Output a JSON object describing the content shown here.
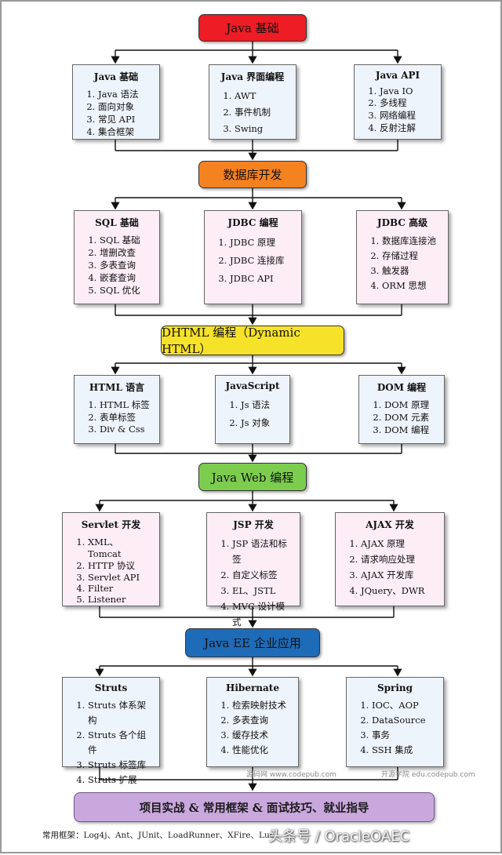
{
  "headers": {
    "java_basics": "Java 基础",
    "database": "数据库开发",
    "dhtml": "DHTML 编程（Dynamic HTML）",
    "java_web": "Java Web 编程",
    "java_ee": "Java EE 企业应用"
  },
  "colors": {
    "java_basics": "#ee1c24",
    "database": "#f58220",
    "dhtml": "#f7e22a",
    "java_web": "#7ccd4e",
    "java_ee": "#1e6bb8",
    "final": "#c9a8dd"
  },
  "sections": {
    "java": [
      {
        "title": "Java 基础",
        "items": [
          "Java 语法",
          "面向对象",
          "常见 API",
          "集合框架"
        ]
      },
      {
        "title": "Java 界面编程",
        "items": [
          "AWT",
          "事件机制",
          "Swing"
        ]
      },
      {
        "title": "Java API",
        "items": [
          "Java IO",
          "多线程",
          "网络编程",
          "反射注解"
        ]
      }
    ],
    "db": [
      {
        "title": "SQL 基础",
        "items": [
          "SQL 基础",
          "增删改查",
          "多表查询",
          "嵌套查询",
          "SQL 优化"
        ]
      },
      {
        "title": "JDBC 编程",
        "items": [
          "JDBC 原理",
          "JDBC 连接库",
          "JDBC API"
        ]
      },
      {
        "title": "JDBC 高级",
        "items": [
          "数据库连接池",
          "存储过程",
          "触发器",
          "ORM 思想"
        ]
      }
    ],
    "dhtml": [
      {
        "title": "HTML 语言",
        "items": [
          "HTML 标签",
          "表单标签",
          "Div & Css"
        ]
      },
      {
        "title": "JavaScript",
        "items": [
          "Js 语法",
          "Js 对象"
        ]
      },
      {
        "title": "DOM 编程",
        "items": [
          "DOM 原理",
          "DOM 元素",
          "DOM 编程"
        ]
      }
    ],
    "web": [
      {
        "title": "Servlet 开发",
        "items": [
          "XML、Tomcat",
          "HTTP 协议",
          "Servlet API",
          "Filter",
          "Listener"
        ]
      },
      {
        "title": "JSP 开发",
        "items": [
          "JSP 语法和标签",
          "自定义标签",
          "EL、JSTL",
          "MVC 设计模式"
        ]
      },
      {
        "title": "AJAX 开发",
        "items": [
          "AJAX 原理",
          "请求响应处理",
          "AJAX 开发库",
          "JQuery、DWR"
        ]
      }
    ],
    "ee": [
      {
        "title": "Struts",
        "items": [
          "Struts 体系架构",
          "Struts 各个组件",
          "Struts 标签库",
          "Struts 扩展"
        ]
      },
      {
        "title": "Hibernate",
        "items": [
          "检索映射技术",
          "多表查询",
          "缓存技术",
          "性能优化"
        ]
      },
      {
        "title": "Spring",
        "items": [
          "IOC、AOP",
          "DataSource",
          "事务",
          "SSH 集成"
        ]
      }
    ]
  },
  "watermarks": {
    "left": "源码网 www.codepub.com",
    "right": "开源学院 edu.codepub.com"
  },
  "final": "项目实战 & 常用框架 & 面试技巧、就业指导",
  "footer": "常用框架：Log4j、Ant、JUnit、LoadRunner、XFire、Luc",
  "credit": "头条号 / OracleOAEC"
}
